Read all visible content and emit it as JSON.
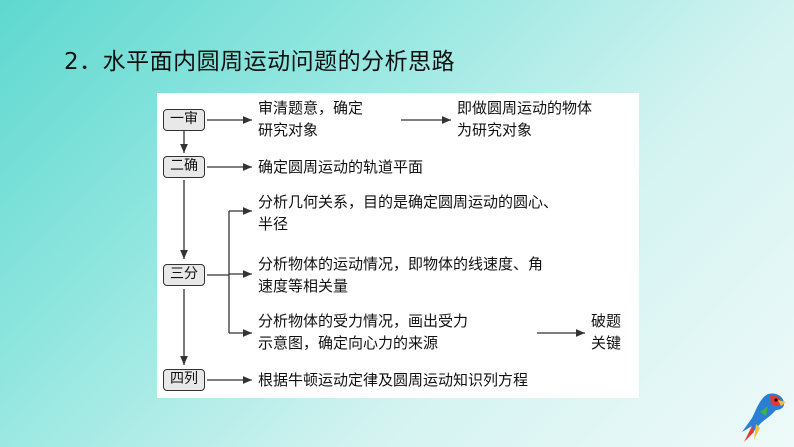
{
  "heading": "2．水平面内圆周运动问题的分析思路",
  "steps": {
    "s1": {
      "label": "一审",
      "text_l1": "审清题意，确定",
      "text_l2": "研究对象",
      "result_l1": "即做圆周运动的物体",
      "result_l2": "为研究对象"
    },
    "s2": {
      "label": "二确",
      "text": "确定圆周运动的轨道平面"
    },
    "s3": {
      "label": "三分",
      "a_l1": "分析几何关系，目的是确定圆周运动的圆心、",
      "a_l2": "半径",
      "b_l1": "分析物体的运动情况，即物体的线速度、角",
      "b_l2": "速度等相关量",
      "c_l1": "分析物体的受力情况，画出受力",
      "c_l2": "示意图，确定向心力的来源",
      "key_l1": "破题",
      "key_l2": "关键"
    },
    "s4": {
      "label": "四列",
      "text": "根据牛顿运动定律及圆周运动知识列方程"
    }
  },
  "decoration": {
    "parrot_icon": "parrot-icon"
  }
}
